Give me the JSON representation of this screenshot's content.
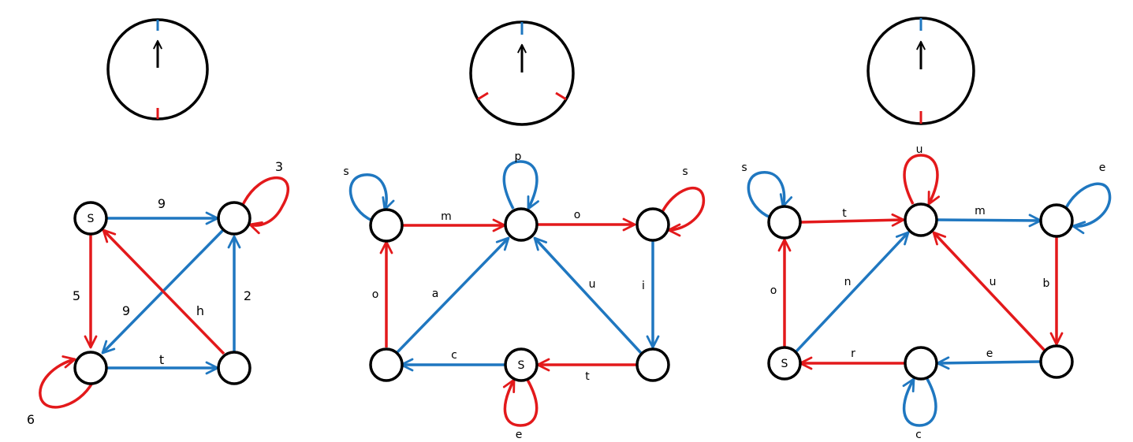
{
  "colors": {
    "blue": "#1f77c0",
    "red": "#e3191b",
    "black": "#000000"
  },
  "panels": [
    {
      "dial": {
        "ticks": [
          "blue-top",
          "red-bottom"
        ],
        "arrow": "up"
      },
      "nodes": [
        {
          "id": "S",
          "label": "S"
        },
        {
          "id": "A",
          "label": ""
        },
        {
          "id": "B",
          "label": ""
        },
        {
          "id": "C",
          "label": ""
        }
      ],
      "edges": [
        {
          "from": "S",
          "to": "A",
          "color": "blue",
          "label": "9"
        },
        {
          "from": "S",
          "to": "B",
          "color": "red",
          "label": "5"
        },
        {
          "from": "A",
          "to": "B",
          "color": "blue",
          "label": "9"
        },
        {
          "from": "C",
          "to": "S",
          "color": "red",
          "label": "h"
        },
        {
          "from": "B",
          "to": "C",
          "color": "blue",
          "label": "t"
        },
        {
          "from": "C",
          "to": "A",
          "color": "blue",
          "label": "2"
        },
        {
          "from": "A",
          "to": "A",
          "color": "red",
          "label": "3"
        },
        {
          "from": "B",
          "to": "B",
          "color": "red",
          "label": "6"
        }
      ]
    },
    {
      "dial": {
        "ticks": [
          "blue-top",
          "red-lower-left",
          "red-lower-right"
        ],
        "arrow": "up"
      },
      "nodes": [
        {
          "id": "N1",
          "label": ""
        },
        {
          "id": "N2",
          "label": ""
        },
        {
          "id": "N3",
          "label": ""
        },
        {
          "id": "N4",
          "label": ""
        },
        {
          "id": "S",
          "label": "S"
        },
        {
          "id": "N6",
          "label": ""
        }
      ],
      "edges": [
        {
          "from": "N1",
          "to": "N2",
          "color": "red",
          "label": "m"
        },
        {
          "from": "N2",
          "to": "N3",
          "color": "red",
          "label": "o"
        },
        {
          "from": "N4",
          "to": "N1",
          "color": "red",
          "label": "o"
        },
        {
          "from": "N4",
          "to": "N2",
          "color": "blue",
          "label": "a"
        },
        {
          "from": "N6",
          "to": "N2",
          "color": "blue",
          "label": "u"
        },
        {
          "from": "N3",
          "to": "N6",
          "color": "blue",
          "label": "i"
        },
        {
          "from": "S",
          "to": "N4",
          "color": "blue",
          "label": "c"
        },
        {
          "from": "N6",
          "to": "S",
          "color": "red",
          "label": "t"
        },
        {
          "from": "N1",
          "to": "N1",
          "color": "blue",
          "label": "s"
        },
        {
          "from": "N2",
          "to": "N2",
          "color": "blue",
          "label": "p"
        },
        {
          "from": "N3",
          "to": "N3",
          "color": "red",
          "label": "s"
        },
        {
          "from": "S",
          "to": "S",
          "color": "red",
          "label": "e"
        }
      ]
    },
    {
      "dial": {
        "ticks": [
          "blue-top",
          "red-bottom"
        ],
        "arrow": "up"
      },
      "nodes": [
        {
          "id": "M1",
          "label": ""
        },
        {
          "id": "M2",
          "label": ""
        },
        {
          "id": "M3",
          "label": ""
        },
        {
          "id": "S",
          "label": "S"
        },
        {
          "id": "M5",
          "label": ""
        },
        {
          "id": "M6",
          "label": ""
        }
      ],
      "edges": [
        {
          "from": "M1",
          "to": "M2",
          "color": "red",
          "label": "t"
        },
        {
          "from": "M2",
          "to": "M3",
          "color": "blue",
          "label": "m"
        },
        {
          "from": "S",
          "to": "M1",
          "color": "red",
          "label": "o"
        },
        {
          "from": "S",
          "to": "M2",
          "color": "blue",
          "label": "n"
        },
        {
          "from": "M6",
          "to": "M2",
          "color": "red",
          "label": "u"
        },
        {
          "from": "M3",
          "to": "M6",
          "color": "red",
          "label": "b"
        },
        {
          "from": "M5",
          "to": "S",
          "color": "red",
          "label": "r"
        },
        {
          "from": "M6",
          "to": "M5",
          "color": "blue",
          "label": "e"
        },
        {
          "from": "M1",
          "to": "M1",
          "color": "blue",
          "label": "s"
        },
        {
          "from": "M2",
          "to": "M2",
          "color": "red",
          "label": "u"
        },
        {
          "from": "M3",
          "to": "M3",
          "color": "blue",
          "label": "e"
        },
        {
          "from": "M5",
          "to": "M5",
          "color": "blue",
          "label": "c"
        }
      ]
    }
  ]
}
